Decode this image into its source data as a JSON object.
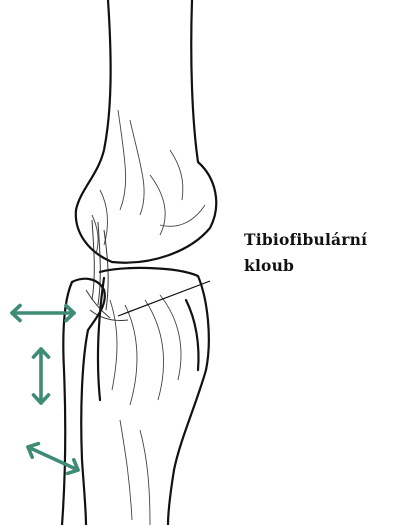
{
  "annotation": {
    "label": "Tibiofibulární\nkloub"
  },
  "colors": {
    "arrow": "#3e8c75",
    "ink": "#111111",
    "background": "#ffffff"
  },
  "arrows": [
    {
      "name": "horizontal-double-arrow",
      "icon": "double-arrow-icon"
    },
    {
      "name": "vertical-double-arrow",
      "icon": "double-arrow-icon"
    },
    {
      "name": "angled-double-arrow",
      "icon": "double-arrow-icon"
    }
  ]
}
